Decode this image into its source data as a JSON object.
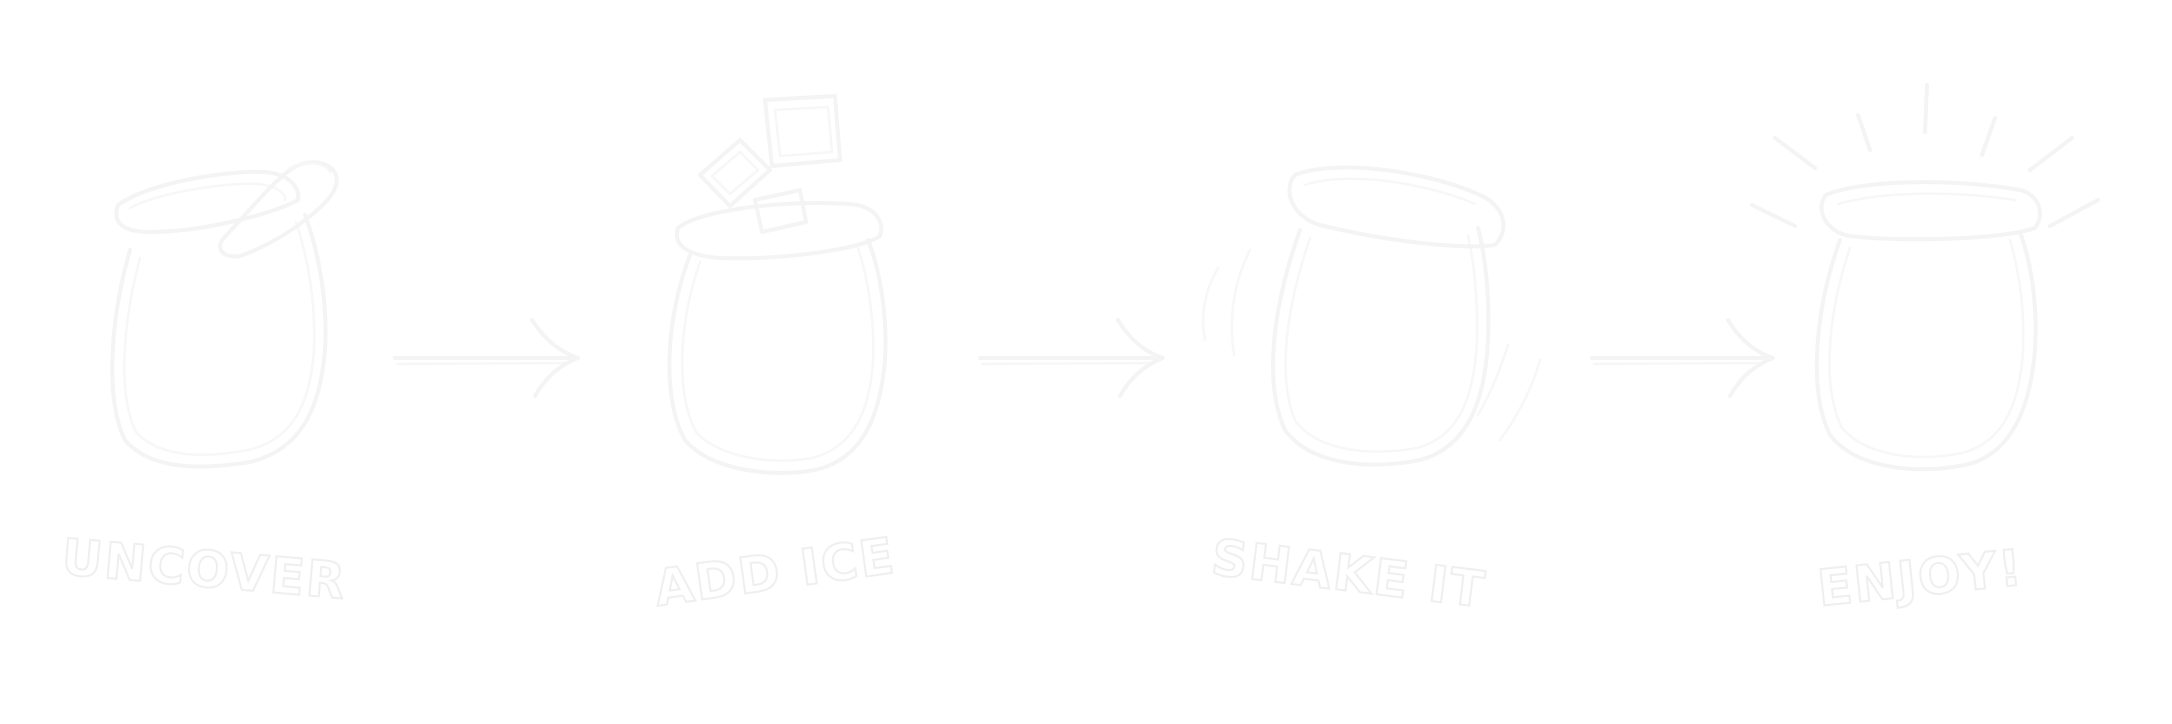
{
  "steps": [
    {
      "label": "UNCOVER",
      "icon": "uncovered-jar-icon"
    },
    {
      "label": "ADD ICE",
      "icon": "ice-into-jar-icon"
    },
    {
      "label": "SHAKE IT",
      "icon": "shaking-jar-icon"
    },
    {
      "label": "ENJOY!",
      "icon": "sparkling-jar-icon"
    }
  ],
  "arrows": [
    "arrow-right-icon",
    "arrow-right-icon",
    "arrow-right-icon"
  ],
  "colors": {
    "background": "#ffffff",
    "outline": "#f4f4f4"
  }
}
